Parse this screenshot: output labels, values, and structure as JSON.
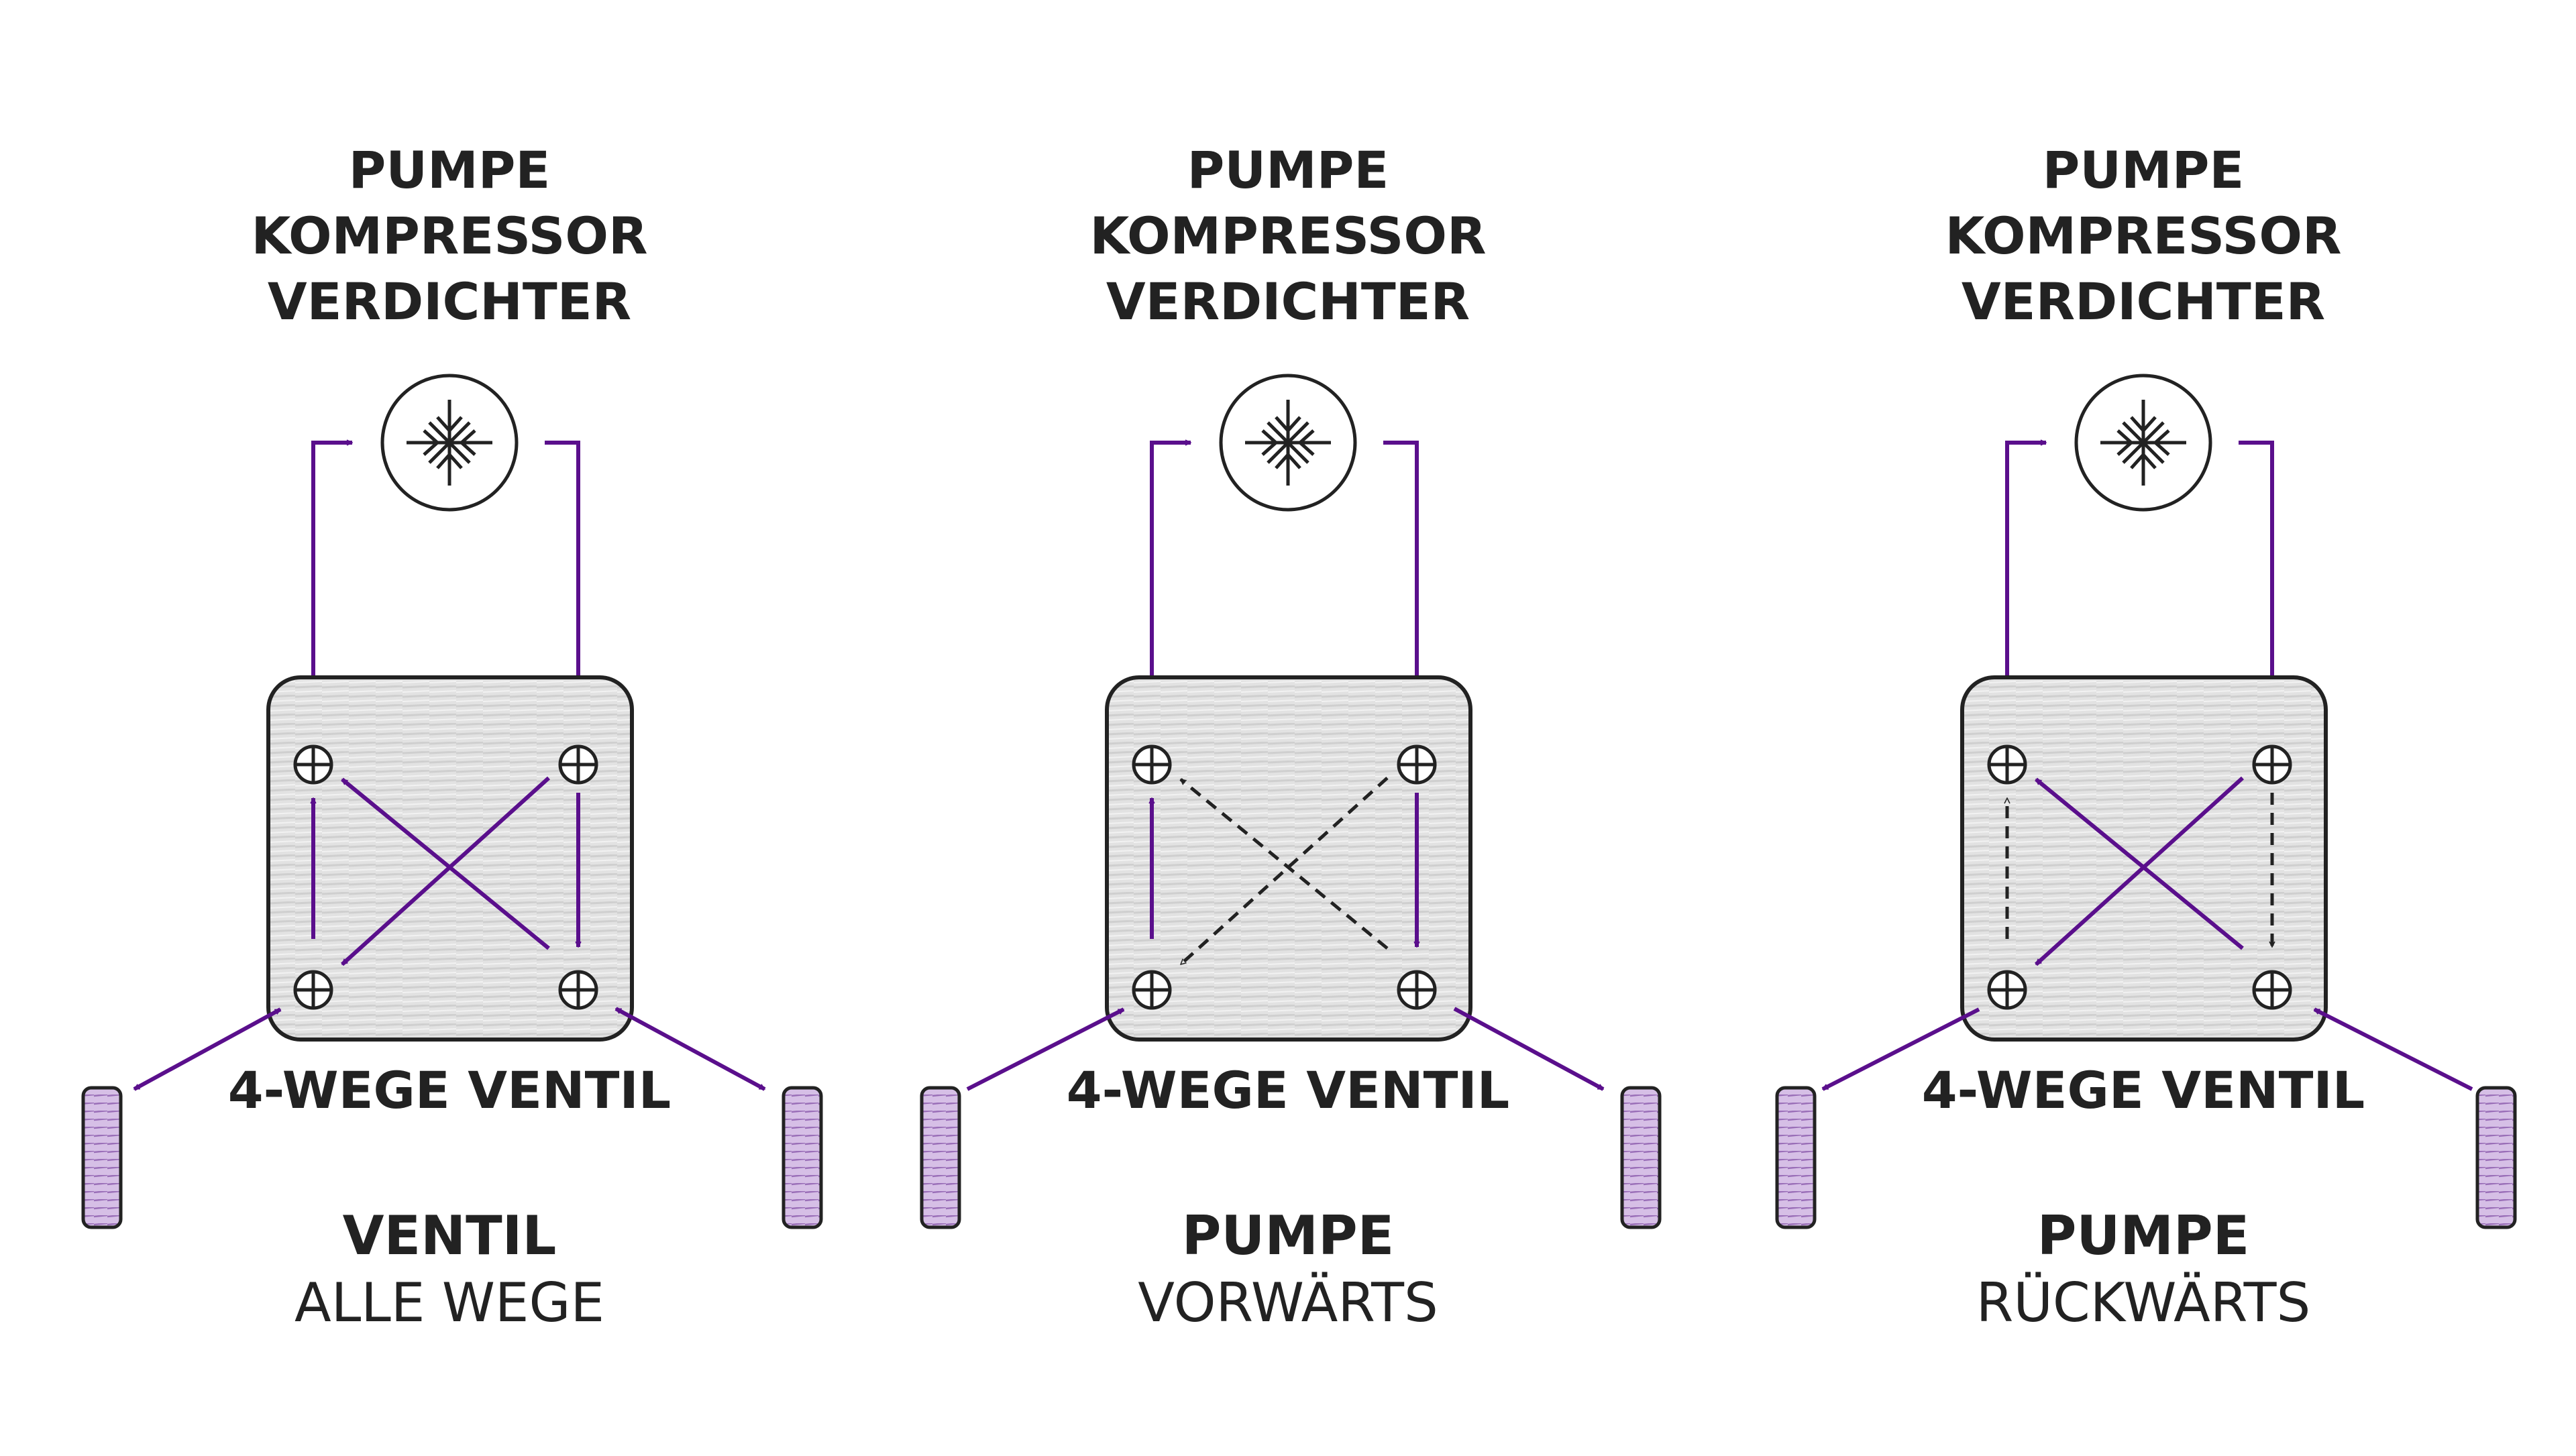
{
  "colors": {
    "flow": "#5a0f8c",
    "dashed": "#222222",
    "valve_fill": "#e2e2e2",
    "port_fill": "#d6bfe6",
    "outline": "#222222"
  },
  "icons": {
    "pump": "compressor-symbol-icon",
    "port": "crosshair-circle-icon",
    "reservoir": "striped-port-icon"
  },
  "panels": [
    {
      "heading": [
        "PUMPE",
        "KOMPRESSOR",
        "VERDICHTER"
      ],
      "valve_label": "4-WEGE VENTIL",
      "caption_title": "VENTIL",
      "caption_sub": "ALLE WEGE"
    },
    {
      "heading": [
        "PUMPE",
        "KOMPRESSOR",
        "VERDICHTER"
      ],
      "valve_label": "4-WEGE VENTIL",
      "caption_title": "PUMPE",
      "caption_sub": "VORWÄRTS"
    },
    {
      "heading": [
        "PUMPE",
        "KOMPRESSOR",
        "VERDICHTER"
      ],
      "valve_label": "4-WEGE VENTIL",
      "caption_title": "PUMPE",
      "caption_sub": "RÜCKWÄRTS"
    }
  ]
}
